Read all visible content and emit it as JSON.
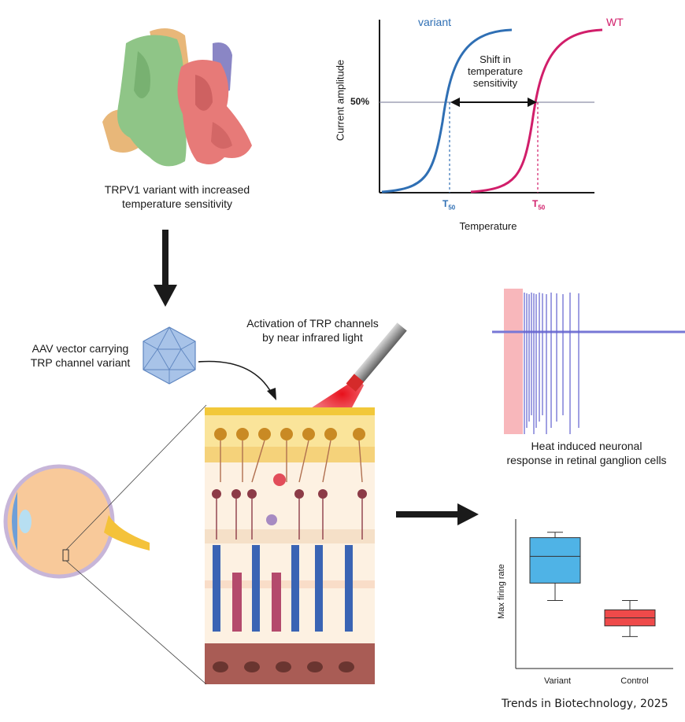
{
  "protein": {
    "caption_line1": "TRPV1 variant with increased",
    "caption_line2": "temperature sensitivity"
  },
  "curve_plot": {
    "variant_label": "variant",
    "wt_label": "WT",
    "y_axis_label": "Current amplitude",
    "x_axis_label": "Temperature",
    "y_tick": "50%",
    "shift_line1": "Shift in",
    "shift_line2": "temperature",
    "shift_line3": "sensitivity",
    "t50_main": "T",
    "t50_sub": "50",
    "colors": {
      "variant": "#2f6fb4",
      "wt": "#d11e6a"
    }
  },
  "aav": {
    "label_line1": "AAV vector carrying",
    "label_line2": "TRP channel variant"
  },
  "activation": {
    "label_line1": "Activation of TRP channels",
    "label_line2": "by near infrared light"
  },
  "trace": {
    "caption_line1": "Heat induced neuronal",
    "caption_line2": "response in retinal ganglion cells"
  },
  "chart_data": {
    "type": "box",
    "categories": [
      "Variant",
      "Control"
    ],
    "ylabel": "Max firing rate",
    "xlabel": "",
    "series": [
      {
        "category": "Variant",
        "whisker_low": 0.45,
        "q1": 0.58,
        "median": 0.78,
        "q3": 0.92,
        "whisker_high": 0.96,
        "color": "#4fb3e6"
      },
      {
        "category": "Control",
        "whisker_low": 0.18,
        "q1": 0.26,
        "median": 0.32,
        "q3": 0.38,
        "whisker_high": 0.45,
        "color": "#ef4a4a"
      }
    ]
  },
  "footer": {
    "citation": "Trends in Biotechnology, 2025"
  }
}
